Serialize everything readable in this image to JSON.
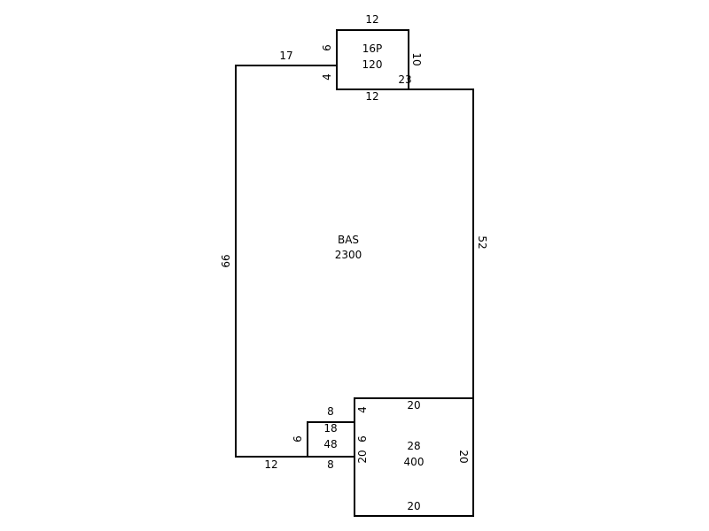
{
  "sketch": {
    "areas": {
      "main": {
        "code": "BAS",
        "value": "2300"
      },
      "top": {
        "code": "16P",
        "value": "120"
      },
      "small": {
        "code": "18",
        "value": "48"
      },
      "corner": {
        "code": "28",
        "value": "400"
      }
    },
    "dimensions": {
      "top_width": "12",
      "top_left_upper": "6",
      "top_right": "10",
      "top_left_lower": "4",
      "top_bottom": "12",
      "main_top_left": "17",
      "main_top_right": "23",
      "main_left": "66",
      "main_right": "52",
      "main_bottom_left": "12",
      "small_top": "8",
      "small_left": "6",
      "small_bottom": "8",
      "corner_left_upper": "4",
      "corner_left_mid": "6",
      "corner_left_lower": "20",
      "corner_top": "20",
      "corner_right": "20",
      "corner_bottom": "20"
    }
  }
}
